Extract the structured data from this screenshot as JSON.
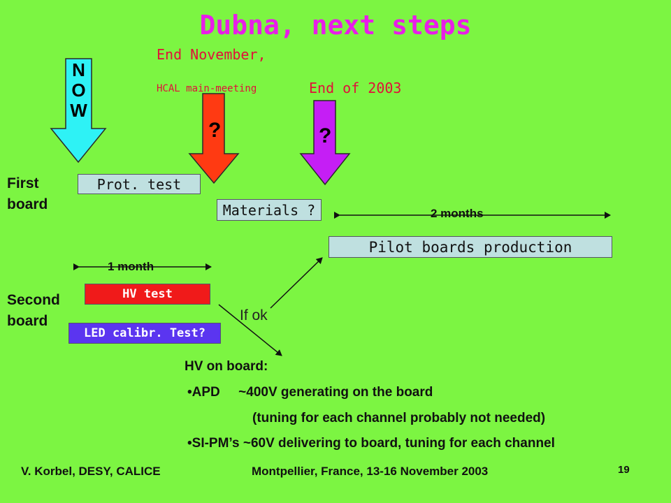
{
  "title": "Dubna, next steps",
  "milestones": {
    "end_november": "End November,",
    "hcal_meeting": "HCAL main-meeting",
    "end_2003": "End of 2003"
  },
  "now_letters": [
    "N",
    "O",
    "W"
  ],
  "question_1": "?",
  "question_2": "?",
  "first_board": "First board",
  "second_board": "Second board",
  "prot_test": "Prot. test",
  "materials": "Materials ?",
  "two_months": "2 months",
  "pilot": "Pilot boards production",
  "one_month": "1 month",
  "hv_test": "HV   test",
  "led_test": "LED calibr. Test?",
  "if_ok": "If ok",
  "hv_on_board": "HV on board:",
  "apd_line": "•APD     ~400V generating on the board",
  "tuning_line": "(tuning for each channel probably not needed)",
  "sipm_line": "•SI-PM’s ~60V delivering to board, tuning for each channel",
  "footer_left": "V. Korbel, DESY, CALICE",
  "footer_center": "Montpellier, France, 13-16 November 2003",
  "page_number": "19",
  "colors": {
    "background": "#7CF542",
    "title": "#E81EE8",
    "milestone_text": "#E0103A",
    "now_arrow": "#2EF2F5",
    "red_arrow": "#FF3A12",
    "purple_arrow": "#C51EF5",
    "light_box": "#BFE0E0",
    "hv_box": "#F01A1A",
    "led_box": "#5B35F0"
  }
}
